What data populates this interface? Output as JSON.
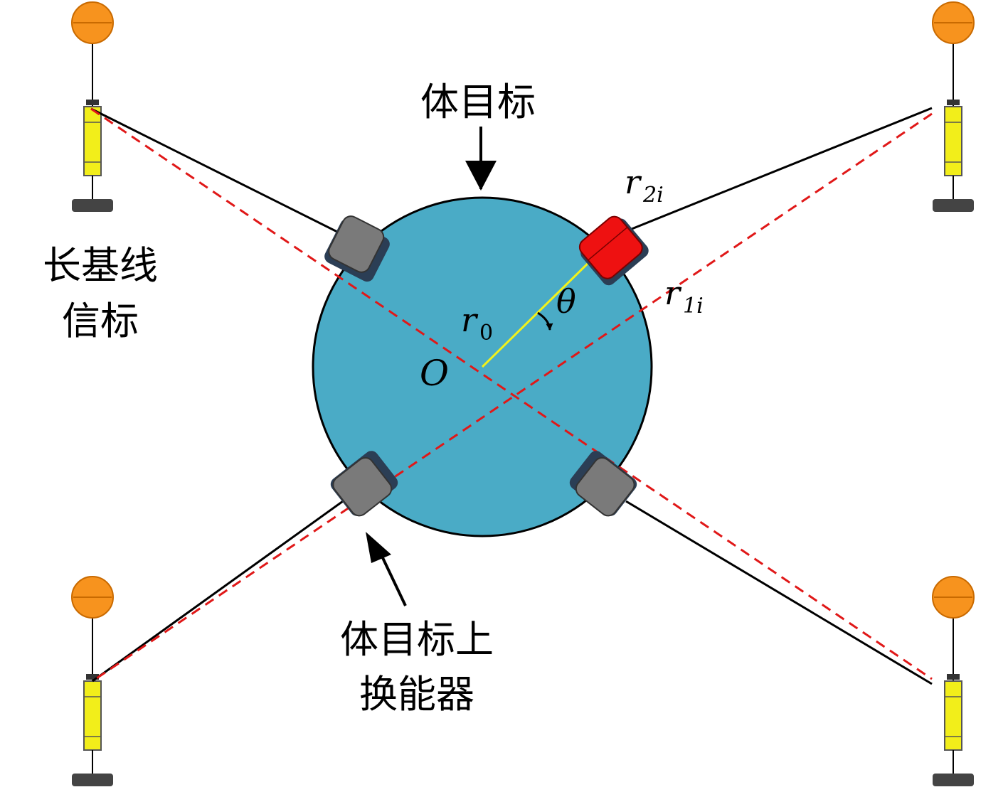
{
  "labels": {
    "body_target": "体目标",
    "beacon_line1": "长基线",
    "beacon_line2": "信标",
    "transducer_line1": "体目标上",
    "transducer_line2": "换能器",
    "origin": "O",
    "theta": "θ",
    "r0_base": "r",
    "r0_sub": "0",
    "r1i_base": "r",
    "r1i_sub": "1i",
    "r2i_base": "r",
    "r2i_sub": "2i"
  },
  "colors": {
    "target_fill": "#4aabc6",
    "beacon_ball": "#f7931e",
    "beacon_body": "#f2ee1a",
    "transducer_gray": "#7a7a7a",
    "transducer_active": "#ee1111",
    "transducer_dark": "#2b3e55",
    "range_dashed": "#e01818",
    "radius_line": "#f2f21a",
    "range_solid": "#000000"
  }
}
